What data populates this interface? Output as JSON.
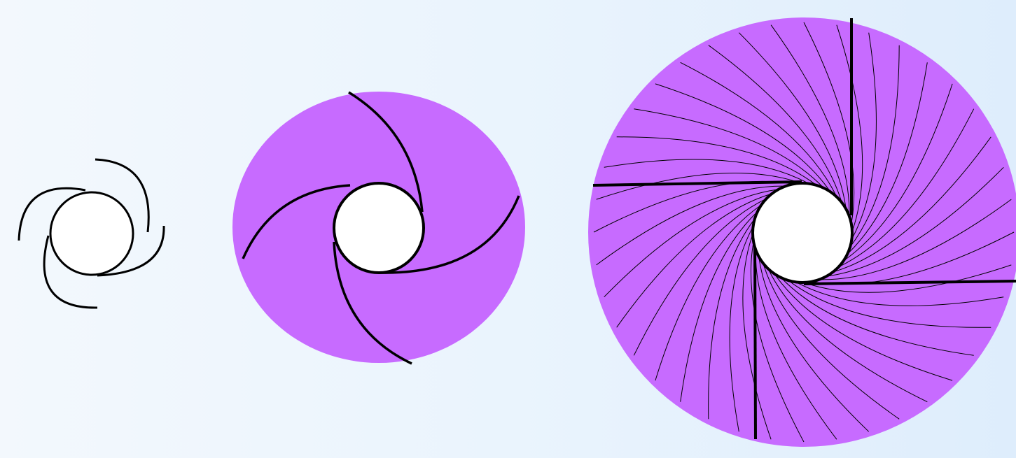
{
  "diagram": {
    "type": "spiral-vane-progression",
    "colors": {
      "background": "#eaf4fd",
      "fill": "#c76bff",
      "hub": "#ffffff",
      "stroke": "#000000"
    },
    "stages": [
      {
        "name": "stage-1",
        "filled": false,
        "major_arms": 4,
        "minor_arms": 0
      },
      {
        "name": "stage-2",
        "filled": true,
        "major_arms": 4,
        "minor_arms": 0
      },
      {
        "name": "stage-3",
        "filled": true,
        "major_arms": 4,
        "minor_arms": 40
      }
    ]
  }
}
